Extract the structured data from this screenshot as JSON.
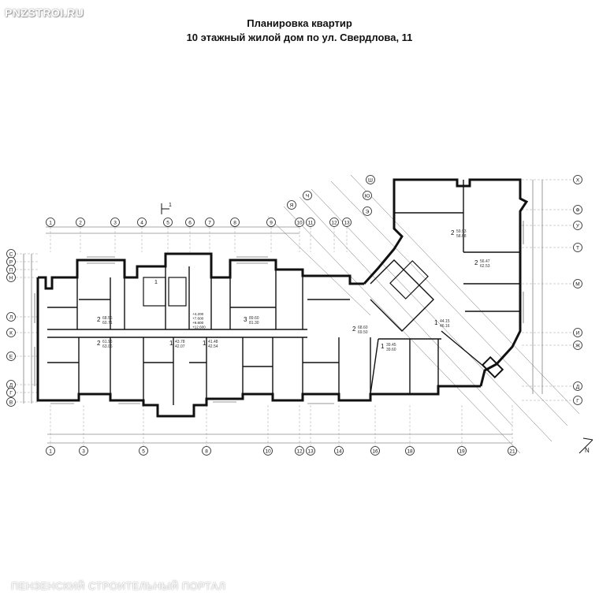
{
  "logo": {
    "text": "PNZSTROI.RU"
  },
  "title": {
    "line1": "Планировка квартир",
    "line2": "10 этажный жилой дом по ул. Свердлова, 11"
  },
  "footer": {
    "text": "ПЕНЗЕНСКИЙ СТРОИТЕЛЬНЫЙ ПОРТАЛ"
  },
  "axes": {
    "top": [
      "1",
      "2",
      "3",
      "4",
      "5",
      "6",
      "7",
      "8",
      "9",
      "10",
      "11",
      "12",
      "13"
    ],
    "bottom": [
      "1",
      "3",
      "5",
      "8",
      "10",
      "12",
      "13",
      "14",
      "16",
      "18",
      "19",
      "21"
    ],
    "left": [
      "С",
      "Р",
      "П",
      "Н",
      "Л",
      "К",
      "Е",
      "Д",
      "Г",
      "В"
    ],
    "right": [
      "Х",
      "Ф",
      "У",
      "Т",
      "М",
      "И",
      "Ж",
      "Д",
      "Г"
    ],
    "diagonal_top": [
      "Ш",
      "Ю",
      "Э",
      "Ч",
      "Я"
    ]
  },
  "apartments": [
    {
      "rooms": "2",
      "area": "68.56",
      "living": "60.71"
    },
    {
      "rooms": "2",
      "area": "61.96",
      "living": "63.06"
    },
    {
      "rooms": "1",
      "area": "43.78",
      "living": "42.07"
    },
    {
      "rooms": "1",
      "area": "41.48",
      "living": "42.54"
    },
    {
      "rooms": "3",
      "area": "89.60",
      "living": "81.30"
    },
    {
      "rooms": "2",
      "area": "68.60",
      "living": "69.50"
    },
    {
      "rooms": "1",
      "area": "39.45",
      "living": "39.60"
    },
    {
      "rooms": "1",
      "area": "44.15",
      "living": "46.16"
    },
    {
      "rooms": "2",
      "area": "59.93",
      "living": "58.68"
    },
    {
      "rooms": "2",
      "area": "56.47",
      "living": "62.53"
    }
  ],
  "labels": {
    "section_mark": "1",
    "levels": [
      "+4.200",
      "+7.600",
      "+9.800",
      "+12.600"
    ]
  }
}
